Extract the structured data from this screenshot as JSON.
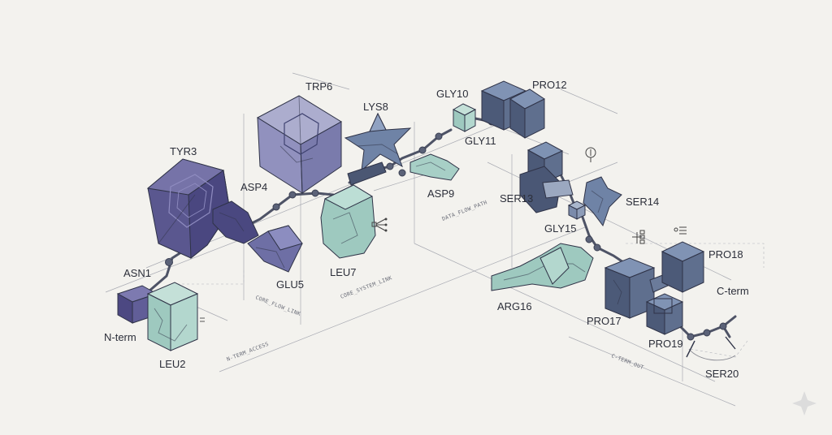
{
  "colors": {
    "background": "#f3f2ee",
    "indigo": "#5d5a92",
    "slate": "#5f6f8e",
    "teal": "#a7cfc6",
    "lavender": "#8e90b8",
    "ink": "#2f3347"
  },
  "residues": {
    "nterm": "N-term",
    "asn1": "ASN1",
    "leu2": "LEU2",
    "tyr3": "TYR3",
    "asp4": "ASP4",
    "glu5": "GLU5",
    "trp6": "TRP6",
    "leu7": "LEU7",
    "lys8": "LYS8",
    "asp9": "ASP9",
    "gly10": "GLY10",
    "gly11": "GLY11",
    "pro12": "PRO12",
    "ser13": "SER13",
    "ser14": "SER14",
    "gly15": "GLY15",
    "arg16": "ARG16",
    "pro17": "PRO17",
    "pro18": "PRO18",
    "pro19": "PRO19",
    "ser20": "SER20",
    "cterm": "C-term"
  },
  "flow_links": {
    "nterm_access": "N-TERM_ACCESS",
    "core_flow": "CORE_FLOW_LINK",
    "core_system": "CORE_SYSTEM_LINK",
    "data_flow": "DATA_FLOW_PATH",
    "cterm_out": "C-TERM_OUT"
  },
  "icons": [
    "network-node-icon",
    "antenna-icon",
    "branch-icon",
    "sparkle-icon"
  ]
}
